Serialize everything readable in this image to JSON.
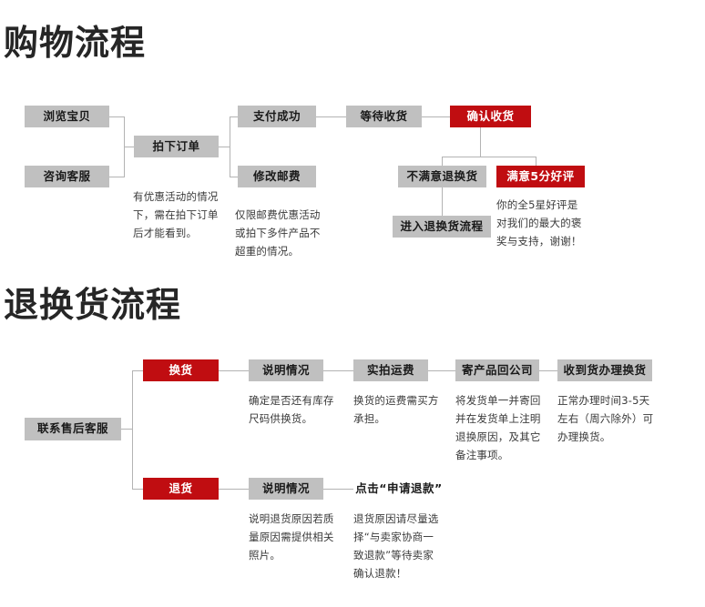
{
  "page": {
    "title_shopping": "购物流程",
    "title_return": "退换货流程"
  },
  "colors": {
    "box_gray": "#c0c0c0",
    "box_red": "#c00d11",
    "text_dark": "#1a1a1a",
    "text_white": "#ffffff",
    "line_gray": "#b3b3b3",
    "heading": "#262626"
  },
  "shopping_flow": {
    "boxes": [
      {
        "id": "browse",
        "label": "浏览宝贝",
        "style": "gray"
      },
      {
        "id": "consult",
        "label": "咨询客服",
        "style": "gray"
      },
      {
        "id": "place-order",
        "label": "拍下订单",
        "style": "gray"
      },
      {
        "id": "pay-success",
        "label": "支付成功",
        "style": "gray"
      },
      {
        "id": "modify-shipping",
        "label": "修改邮费",
        "style": "gray"
      },
      {
        "id": "wait-receive",
        "label": "等待收货",
        "style": "gray"
      },
      {
        "id": "confirm-receive",
        "label": "确认收货",
        "style": "red"
      },
      {
        "id": "dissatisfied",
        "label": "不满意退换货",
        "style": "gray"
      },
      {
        "id": "satisfied-review",
        "label": "满意5分好评",
        "style": "red"
      },
      {
        "id": "enter-return-flow",
        "label": "进入退换货流程",
        "style": "gray"
      }
    ],
    "notes": [
      {
        "id": "note-place-order",
        "lines": [
          "有优惠活动的情况",
          "下，需在拍下订单",
          "后才能看到。"
        ]
      },
      {
        "id": "note-shipping-fee",
        "lines": [
          "仅限邮费优惠活动",
          "或拍下多件产品不",
          "超重的情况。"
        ]
      },
      {
        "id": "note-review",
        "lines": [
          "你的全5星好评是",
          "对我们的最大的褒",
          "奖与支持，谢谢！"
        ]
      }
    ]
  },
  "return_flow": {
    "boxes": [
      {
        "id": "contact-service",
        "label": "联系售后客服",
        "style": "gray"
      },
      {
        "id": "exchange",
        "label": "换货",
        "style": "red"
      },
      {
        "id": "explain-exchange",
        "label": "说明情况",
        "style": "gray"
      },
      {
        "id": "actual-shipping",
        "label": "实拍运费",
        "style": "gray"
      },
      {
        "id": "send-back",
        "label": "寄产品回公司",
        "style": "gray"
      },
      {
        "id": "receive-process",
        "label": "收到货办理换货",
        "style": "gray"
      },
      {
        "id": "refund",
        "label": "退货",
        "style": "red"
      },
      {
        "id": "explain-refund",
        "label": "说明情况",
        "style": "gray"
      },
      {
        "id": "click-apply",
        "label": "点击“申请退款”",
        "style": "plain"
      }
    ],
    "notes": [
      {
        "id": "note-exchange",
        "lines": [
          "确定是否还有库存",
          "尺码供换货。"
        ]
      },
      {
        "id": "note-actual-shipping",
        "lines": [
          "换货的运费需买方",
          "承担。"
        ]
      },
      {
        "id": "note-send-back",
        "lines": [
          "将发货单一并寄回",
          "并在发货单上注明",
          "退换原因，及其它",
          "备注事项。"
        ]
      },
      {
        "id": "note-receive-process",
        "lines": [
          "正常办理时间3-5天",
          "左右（周六除外）可",
          "办理换货。"
        ]
      },
      {
        "id": "note-explain-refund",
        "lines": [
          "说明退货原因若质",
          "量原因需提供相关",
          "照片。"
        ]
      },
      {
        "id": "note-click-apply",
        "lines": [
          "退货原因请尽量选",
          "择“与卖家协商一",
          "致退款”等待卖家",
          "确认退款！"
        ]
      }
    ]
  }
}
